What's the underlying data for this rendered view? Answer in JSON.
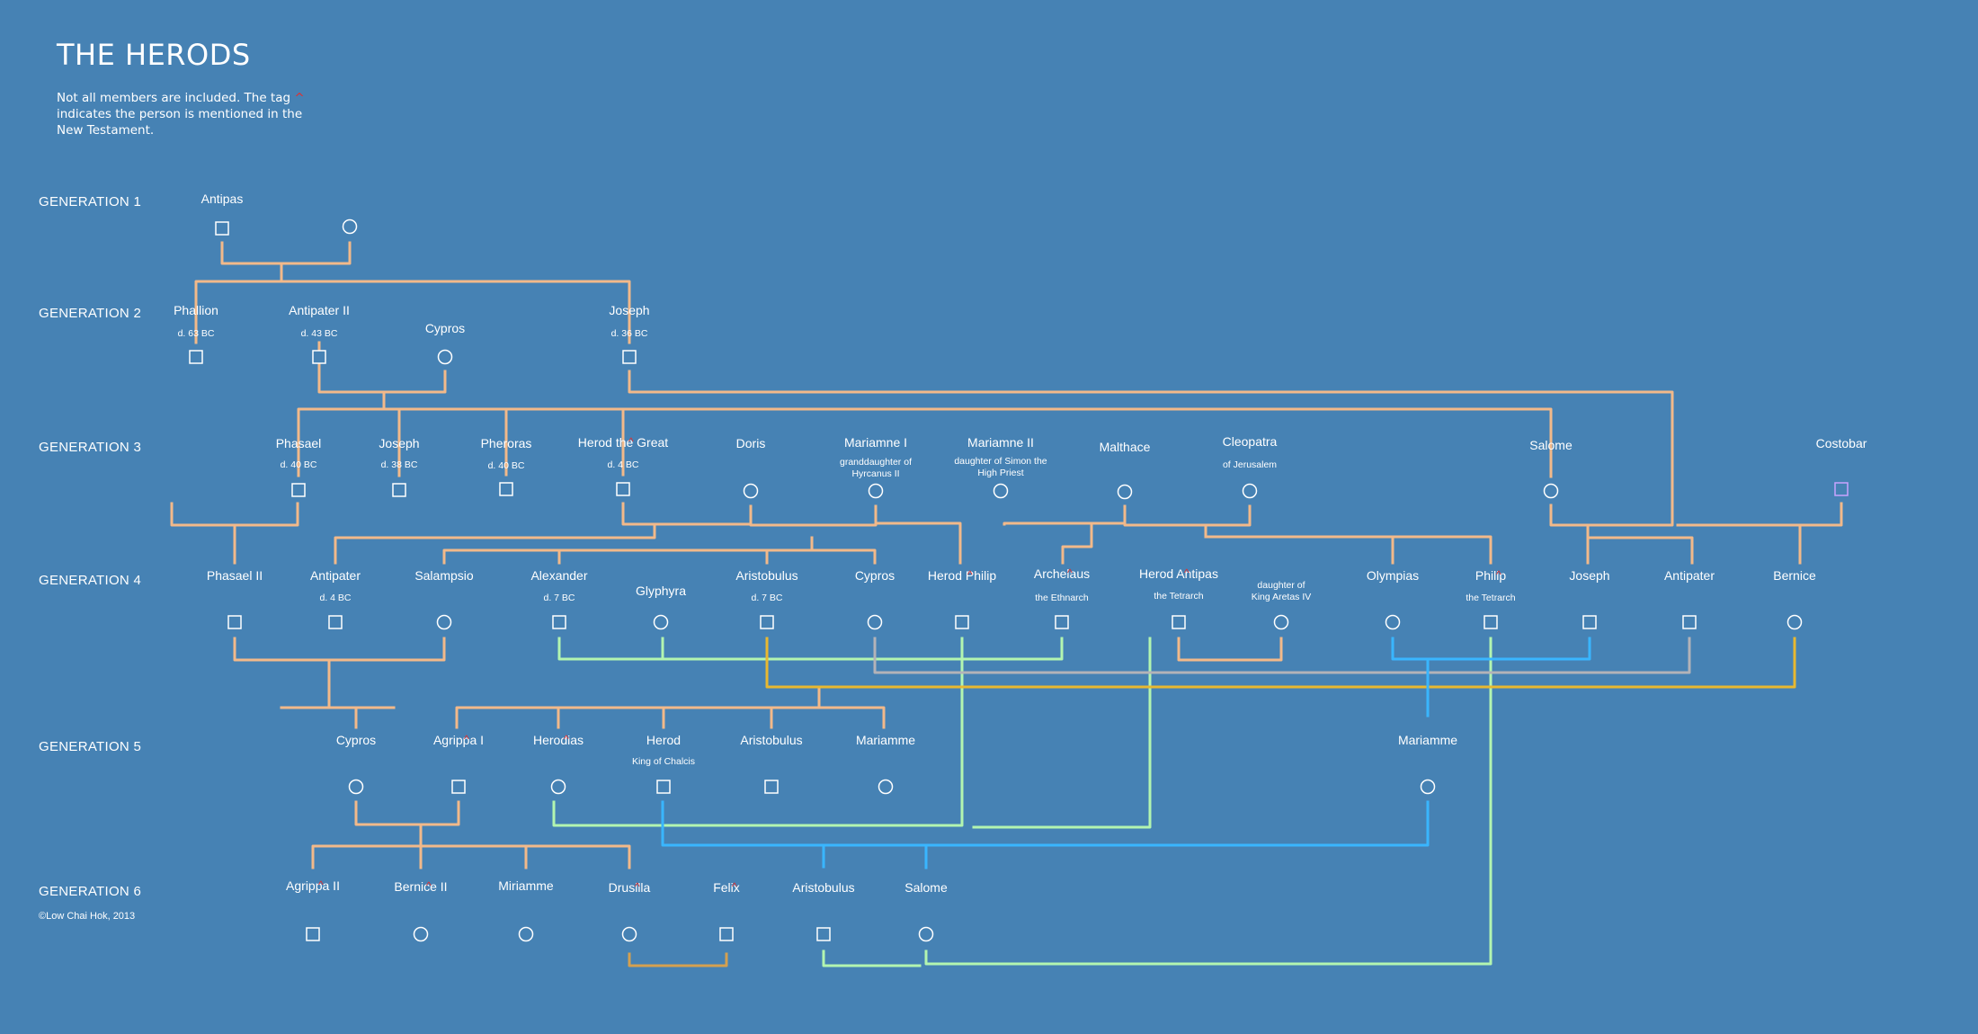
{
  "title": "THE HERODS",
  "note": {
    "line1_before": "Not all members are included. The tag",
    "tag": "^",
    "line2": "indicates the person is mentioned in the",
    "line3": "New Testament."
  },
  "generations": [
    "GENERATION 1",
    "GENERATION 2",
    "GENERATION 3",
    "GENERATION 4",
    "GENERATION 5",
    "GENERATION 6"
  ],
  "credit": "©Low Chai Hok, 2013",
  "colors": {
    "background": "#4682b4",
    "line_main": "#f2b98a",
    "line_green": "#b3f5b0",
    "line_blue": "#39b6ff",
    "line_gold": "#e8b830",
    "line_grey": "#b3b3b8",
    "line_brown": "#d4a050",
    "tag": "#e03030",
    "costobar_square": "#c8a3ff"
  },
  "people": [
    {
      "id": "antipas",
      "name": "Antipas",
      "shape": "square",
      "gen": 1
    },
    {
      "id": "g1wife",
      "name": "",
      "shape": "circle",
      "gen": 1
    },
    {
      "id": "phallion",
      "name": "Phallion",
      "sub": "d. 63 BC",
      "shape": "square",
      "gen": 2
    },
    {
      "id": "antipater2",
      "name": "Antipater II",
      "sub": "d. 43 BC",
      "shape": "square",
      "gen": 2
    },
    {
      "id": "cypros2",
      "name": "Cypros",
      "shape": "circle",
      "gen": 2
    },
    {
      "id": "joseph2",
      "name": "Joseph",
      "sub": "d. 36 BC",
      "shape": "square",
      "gen": 2
    },
    {
      "id": "phasael3",
      "name": "Phasael",
      "sub": "d. 40 BC",
      "shape": "square",
      "gen": 3
    },
    {
      "id": "joseph3",
      "name": "Joseph",
      "sub": "d. 38 BC",
      "shape": "square",
      "gen": 3
    },
    {
      "id": "pheroras",
      "name": "Pheroras",
      "sub": "d. 40 BC",
      "shape": "square",
      "gen": 3
    },
    {
      "id": "herod",
      "name": "Herod the Great",
      "tag": true,
      "sub": "d. 4 BC",
      "shape": "square",
      "gen": 3
    },
    {
      "id": "doris",
      "name": "Doris",
      "shape": "circle",
      "gen": 3
    },
    {
      "id": "mariamne1",
      "name": "Mariamne I",
      "sub": "granddaughter of",
      "sub2": "Hyrcanus II",
      "shape": "circle",
      "gen": 3
    },
    {
      "id": "mariamne2",
      "name": "Mariamne II",
      "sub": "daughter of Simon the",
      "sub2": "High Priest",
      "shape": "circle",
      "gen": 3
    },
    {
      "id": "malthace",
      "name": "Malthace",
      "shape": "circle",
      "gen": 3
    },
    {
      "id": "cleopatra",
      "name": "Cleopatra",
      "sub": "of Jerusalem",
      "shape": "circle",
      "gen": 3
    },
    {
      "id": "salome3",
      "name": "Salome",
      "shape": "circle",
      "gen": 3
    },
    {
      "id": "costobar",
      "name": "Costobar",
      "shape": "square",
      "gen": 3
    },
    {
      "id": "phasael2",
      "name": "Phasael II",
      "shape": "square",
      "gen": 4
    },
    {
      "id": "antipater4",
      "name": "Antipater",
      "sub": "d. 4 BC",
      "shape": "square",
      "gen": 4
    },
    {
      "id": "salampsio",
      "name": "Salampsio",
      "shape": "circle",
      "gen": 4
    },
    {
      "id": "alexander",
      "name": "Alexander",
      "sub": "d. 7 BC",
      "shape": "square",
      "gen": 4
    },
    {
      "id": "glyphyra",
      "name": "Glyphyra",
      "shape": "circle",
      "gen": 4
    },
    {
      "id": "aristobulus4",
      "name": "Aristobulus",
      "sub": "d. 7 BC",
      "shape": "square",
      "gen": 4
    },
    {
      "id": "cypros4",
      "name": "Cypros",
      "shape": "circle",
      "gen": 4
    },
    {
      "id": "herodphilip",
      "name": "Herod Philip",
      "tag": true,
      "shape": "square",
      "gen": 4
    },
    {
      "id": "archelaus",
      "name": "Archelaus",
      "tag": true,
      "sub": "the Ethnarch",
      "shape": "square",
      "gen": 4
    },
    {
      "id": "herodantipas",
      "name": "Herod Antipas",
      "tag": true,
      "sub": "the Tetrarch",
      "shape": "square",
      "gen": 4
    },
    {
      "id": "aretasdau",
      "name": "",
      "sub": "daughter of",
      "sub2": "King Aretas IV",
      "shape": "circle",
      "gen": 4
    },
    {
      "id": "olympias",
      "name": "Olympias",
      "shape": "circle",
      "gen": 4
    },
    {
      "id": "philip",
      "name": "Philip",
      "tag": true,
      "sub": "the Tetrarch",
      "shape": "square",
      "gen": 4
    },
    {
      "id": "joseph4",
      "name": "Joseph",
      "shape": "square",
      "gen": 4
    },
    {
      "id": "antipater4b",
      "name": "Antipater",
      "shape": "square",
      "gen": 4
    },
    {
      "id": "bernice",
      "name": "Bernice",
      "shape": "circle",
      "gen": 4
    },
    {
      "id": "cypros5",
      "name": "Cypros",
      "shape": "circle",
      "gen": 5
    },
    {
      "id": "agrippa1",
      "name": "Agrippa I",
      "tag": true,
      "shape": "square",
      "gen": 5
    },
    {
      "id": "herodias",
      "name": "Herodias",
      "tag": true,
      "shape": "circle",
      "gen": 5
    },
    {
      "id": "herodchalcis",
      "name": "Herod",
      "sub": "King of Chalcis",
      "shape": "square",
      "gen": 5
    },
    {
      "id": "aristobulus5",
      "name": "Aristobulus",
      "shape": "square",
      "gen": 5
    },
    {
      "id": "mariamme5",
      "name": "Mariamme",
      "shape": "circle",
      "gen": 5
    },
    {
      "id": "mariamme5b",
      "name": "Mariamme",
      "shape": "circle",
      "gen": 5
    },
    {
      "id": "agrippa2",
      "name": "Agrippa II",
      "tag": true,
      "shape": "square",
      "gen": 6
    },
    {
      "id": "bernice2",
      "name": "Bernice II",
      "tag": true,
      "shape": "circle",
      "gen": 6
    },
    {
      "id": "miriamme",
      "name": "Miriamme",
      "shape": "circle",
      "gen": 6
    },
    {
      "id": "drusilla",
      "name": "Drusilla",
      "tag": true,
      "shape": "circle",
      "gen": 6
    },
    {
      "id": "felix",
      "name": "Felix",
      "tag": true,
      "shape": "square",
      "gen": 6
    },
    {
      "id": "aristobulus6",
      "name": "Aristobulus",
      "shape": "square",
      "gen": 6
    },
    {
      "id": "salome6",
      "name": "Salome",
      "shape": "circle",
      "gen": 6
    }
  ]
}
